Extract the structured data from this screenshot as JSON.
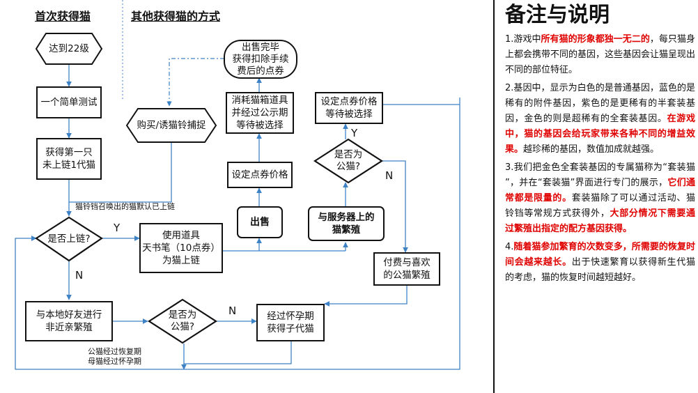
{
  "headers": {
    "first_cat": "首次获得猫",
    "other_ways": "其他获得猫的方式"
  },
  "nodes": {
    "reach22": "达到22级",
    "simple_test": "一个简单测试",
    "first_cat": "获得第一只\n未上链1代猫",
    "buy_catch": "购买/诱猫铃捕捉",
    "chain_decision": "是否上链?",
    "use_item": "使用道具\n天书笔（10点券）\n为猫上链",
    "local_breed": "与本地好友进行\n非近亲繁殖",
    "male_decision_bottom": "是否为\n公猫?",
    "pregnancy": "经过怀孕期\n获得子代猫",
    "sell": "出售",
    "set_price": "设定点券价格",
    "consume_box": "消耗猫箱道具\n并经过公示期\n等待被选择",
    "sold_out": "出售完毕\n获得扣除手续\n费后的点券",
    "server_breed": "与服务器上的\n猫繁殖",
    "male_decision_right": "是否为\n公猫?",
    "set_price_wait": "设定点券价格\n等待被选择",
    "pay_breed": "付费与喜欢\n的公猫繁殖"
  },
  "labels": {
    "bell_chain_note": "猫铃铛召唤出的猫默认已上链",
    "recovery_note": "公猫经过恢复期\n母猫经过怀孕期",
    "yes1": "Y",
    "no1": "N",
    "no2": "N",
    "yes2": "Y",
    "no3": "N"
  },
  "colors": {
    "arrow": "#3e82c6",
    "line": "#111111",
    "highlight": "#e00000"
  },
  "notes": {
    "title": "备注与说明",
    "items": [
      [
        {
          "t": "1.游戏中"
        },
        {
          "t": "所有猫的形象都独一无二的",
          "hl": true
        },
        {
          "t": "，每只猫身上都会携带不同的基因，这些基因会让猫呈现出不同的部位特征。"
        }
      ],
      [
        {
          "t": "2.基因中，显示为白色的是普通基因，蓝色的是稀有的附件基因，紫色的是更稀有的半套装基因，金色的则是超稀有的全套装基因。"
        },
        {
          "t": "在游戏中，猫的基因会给玩家带来各种不同的增益效果。",
          "hl": true
        },
        {
          "t": "越珍稀的基因，数值加成就越强。"
        }
      ],
      [
        {
          "t": "3.我们把金色全套装基因的专属猫称为“套装猫 ”，并在“套装猫”界面进行专门的展示，"
        },
        {
          "t": "它们通常都是限量的。",
          "hl": true
        },
        {
          "t": "套装猫除了可以通过活动、猫铃铛等常规方式获得外，"
        },
        {
          "t": "大部分情况下需要通过繁殖出指定的配方基因获得。",
          "hl": true
        }
      ],
      [
        {
          "t": "4."
        },
        {
          "t": "随着猫参加繁育的次数变多，所需要的恢复时间会越来越长。",
          "hl": true
        },
        {
          "t": "出于快速繁育以获得新生代猫的考虑，猫的恢复时间越短越好。"
        }
      ]
    ]
  }
}
